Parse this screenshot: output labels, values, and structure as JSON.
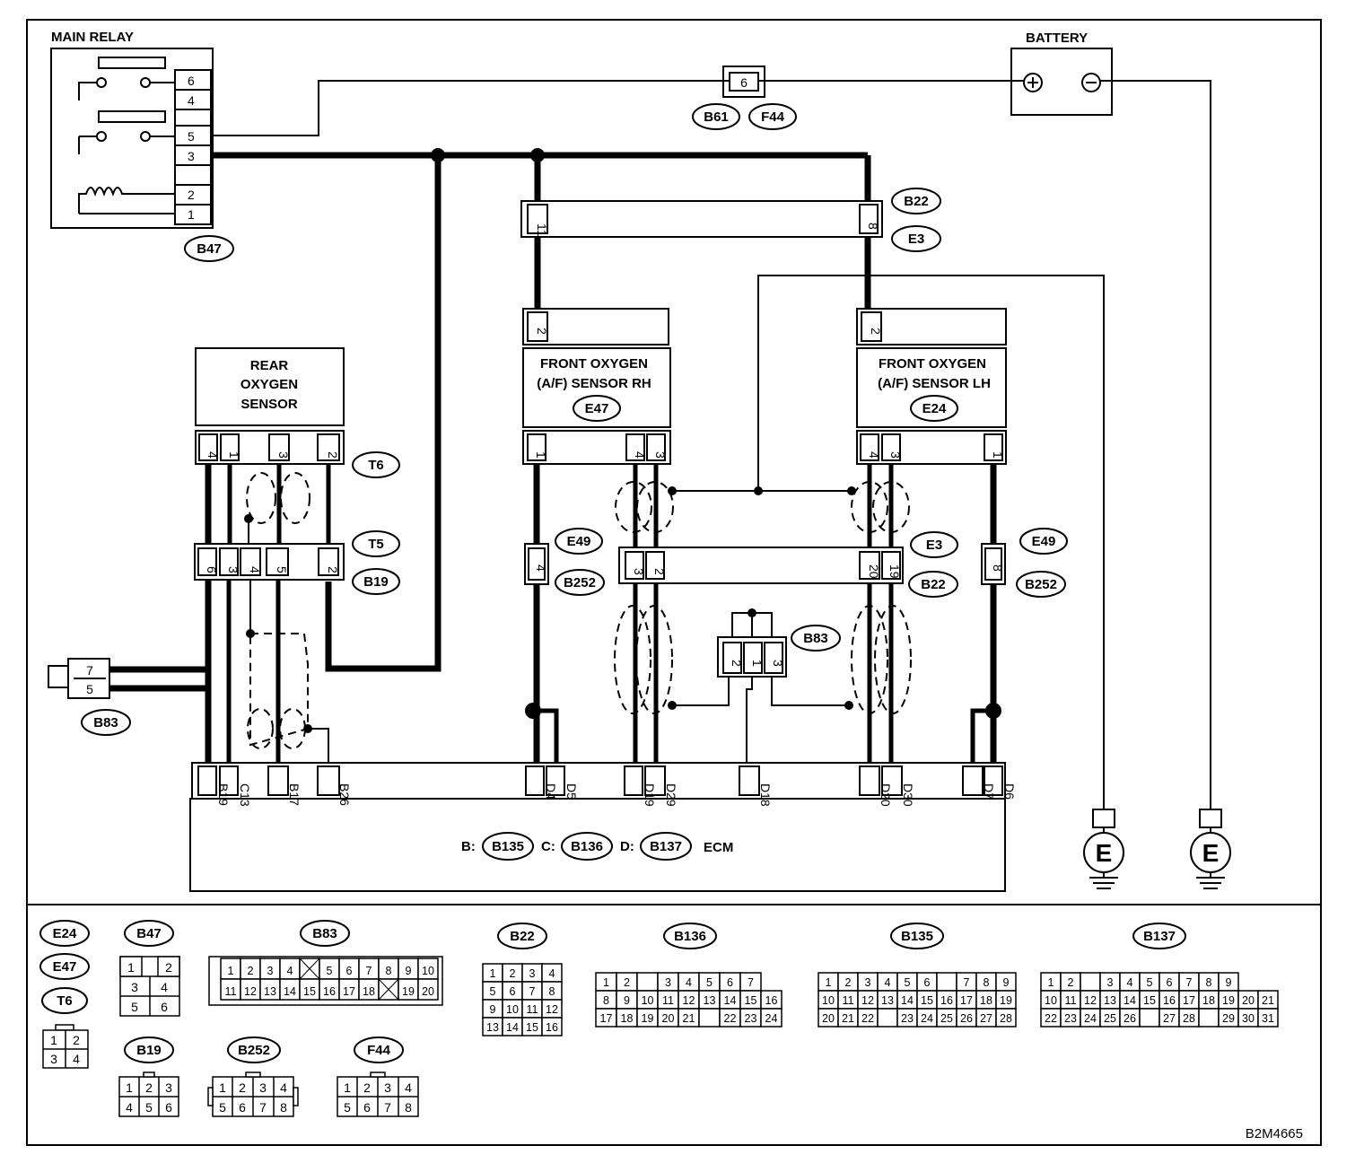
{
  "components": {
    "main_relay": {
      "label": "MAIN RELAY",
      "connector": "B47",
      "pins": [
        "6",
        "4",
        "",
        "5",
        "3",
        "2",
        "1"
      ]
    },
    "battery": {
      "label": "BATTERY"
    },
    "fuse_conn": {
      "pin": "6",
      "ids": [
        "B61",
        "F44"
      ]
    },
    "joint_b22": {
      "ids": [
        "B22",
        "E3"
      ],
      "pins": [
        "11",
        "8"
      ]
    },
    "rear_sensor": {
      "label_lines": [
        "REAR",
        "OXYGEN",
        "SENSOR"
      ],
      "connector": "T6",
      "pins": [
        "4",
        "1",
        "",
        "3",
        "",
        "2"
      ]
    },
    "t5": {
      "ids": [
        "T5",
        "B19"
      ],
      "pins": [
        "6",
        "3",
        "4",
        "5",
        "",
        "2"
      ]
    },
    "b83_left": {
      "id": "B83",
      "pins": [
        "7",
        "5"
      ]
    },
    "front_rh": {
      "label_lines": [
        "FRONT OXYGEN",
        "(A/F) SENSOR RH"
      ],
      "id": "E47",
      "top_pin": "2",
      "pins": [
        "1",
        "4",
        "3"
      ]
    },
    "front_lh": {
      "label_lines": [
        "FRONT OXYGEN",
        "(A/F) SENSOR LH"
      ],
      "id": "E24",
      "top_pin": "2",
      "pins": [
        "4",
        "3",
        "1"
      ]
    },
    "e49_rh": {
      "ids": [
        "E49",
        "B252"
      ],
      "pin": "4"
    },
    "e49_lh": {
      "ids": [
        "E49",
        "B252"
      ],
      "pin": "8"
    },
    "mid_joint": {
      "ids": [
        "E3",
        "B22"
      ],
      "pins": [
        "3",
        "2",
        "20",
        "19"
      ]
    },
    "b83_mid": {
      "id": "B83",
      "pins": [
        "2",
        "1",
        "3"
      ]
    },
    "ecm": {
      "pins": [
        "B19",
        "C13",
        "B17",
        "B26",
        "D4",
        "D5",
        "D19",
        "D29",
        "D18",
        "D20",
        "D30",
        "D7",
        "D6"
      ],
      "prefix_b": "B:",
      "id_b": "B135",
      "prefix_c": "C:",
      "id_c": "B136",
      "prefix_d": "D:",
      "id_d": "B137",
      "label": "ECM"
    },
    "ground_symbol": "E"
  },
  "legend": {
    "e24": "E24",
    "e47": "E47",
    "t6": "T6",
    "t6_pins": [
      "1",
      "2",
      "3",
      "4"
    ],
    "b47": "B47",
    "b47_pins": [
      "1",
      "2",
      "3",
      "4",
      "5",
      "6"
    ],
    "b19": "B19",
    "b19_pins": [
      "1",
      "2",
      "3",
      "4",
      "5",
      "6"
    ],
    "b252": "B252",
    "b252_pins": [
      "1",
      "2",
      "3",
      "4",
      "5",
      "6",
      "7",
      "8"
    ],
    "f44": "F44",
    "f44_pins": [
      "1",
      "2",
      "3",
      "4",
      "5",
      "6",
      "7",
      "8"
    ],
    "b83": "B83",
    "b83_row1": [
      "1",
      "2",
      "3",
      "4",
      "",
      "5",
      "6",
      "7",
      "8",
      "9",
      "10"
    ],
    "b83_row2": [
      "11",
      "12",
      "13",
      "14",
      "15",
      "16",
      "17",
      "18",
      "",
      "19",
      "20"
    ],
    "b22": "B22",
    "b22_rows": [
      [
        "1",
        "2",
        "3",
        "4"
      ],
      [
        "5",
        "6",
        "7",
        "8"
      ],
      [
        "9",
        "10",
        "11",
        "12"
      ],
      [
        "13",
        "14",
        "15",
        "16"
      ]
    ],
    "b136": "B136",
    "b136_rows": [
      [
        "1",
        "2",
        "",
        "3",
        "4",
        "5",
        "6",
        "7"
      ],
      [
        "8",
        "9",
        "10",
        "11",
        "12",
        "13",
        "14",
        "15",
        "16"
      ],
      [
        "17",
        "18",
        "19",
        "20",
        "21",
        "",
        "22",
        "23",
        "24"
      ]
    ],
    "b135": "B135",
    "b135_rows": [
      [
        "1",
        "2",
        "3",
        "4",
        "5",
        "6",
        "",
        "7",
        "8",
        "9"
      ],
      [
        "10",
        "11",
        "12",
        "13",
        "14",
        "15",
        "16",
        "17",
        "18",
        "19"
      ],
      [
        "20",
        "21",
        "22",
        "",
        "23",
        "24",
        "25",
        "26",
        "27",
        "28"
      ]
    ],
    "b137": "B137",
    "b137_rows": [
      [
        "1",
        "2",
        "",
        "3",
        "4",
        "5",
        "6",
        "7",
        "8",
        "9"
      ],
      [
        "10",
        "11",
        "12",
        "13",
        "14",
        "15",
        "16",
        "17",
        "18",
        "19",
        "20",
        "21"
      ],
      [
        "22",
        "23",
        "24",
        "25",
        "26",
        "",
        "27",
        "28",
        "",
        "29",
        "30",
        "31"
      ]
    ]
  },
  "figure_code": "B2M4665"
}
